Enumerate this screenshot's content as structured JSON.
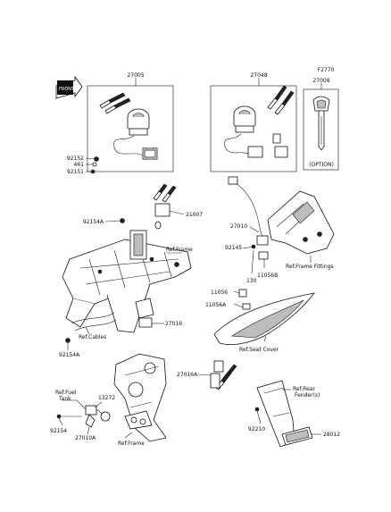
{
  "labels": {
    "p27005": "27005",
    "p27048": "27048",
    "p_f2770": "F2770",
    "p27008": "27008",
    "option": "(OPTION)",
    "p92152": "92152",
    "p461": "461",
    "p92151": "92151",
    "p92154a_top": "92154A",
    "p21007": "21007",
    "ref_frame_top": "Ref.Frame",
    "p27010": "27010",
    "p92145": "92145",
    "p130": "130",
    "p11056b": "11056B",
    "ref_frame_fittings": "Ref.Frame Fittings",
    "p11056": "11056",
    "p11056a": "11056A",
    "p27016": "27016",
    "ref_cables": "Ref.Cables",
    "p92154a_bot": "92154A",
    "ref_seat_cover": "Ref.Seat Cover",
    "p27016a": "27016A",
    "ref_fuel_tank_1": "Ref.Fuel",
    "ref_fuel_tank_2": "Tank",
    "p13272": "13272",
    "p92154": "92154",
    "p27010a": "27010A",
    "ref_frame_bot": "Ref.Frame",
    "ref_rear_fender_1": "Ref.Rear",
    "ref_rear_fender_2": "Fender(s)",
    "p92210": "92210",
    "p28012": "28012",
    "front": "FRONT"
  }
}
